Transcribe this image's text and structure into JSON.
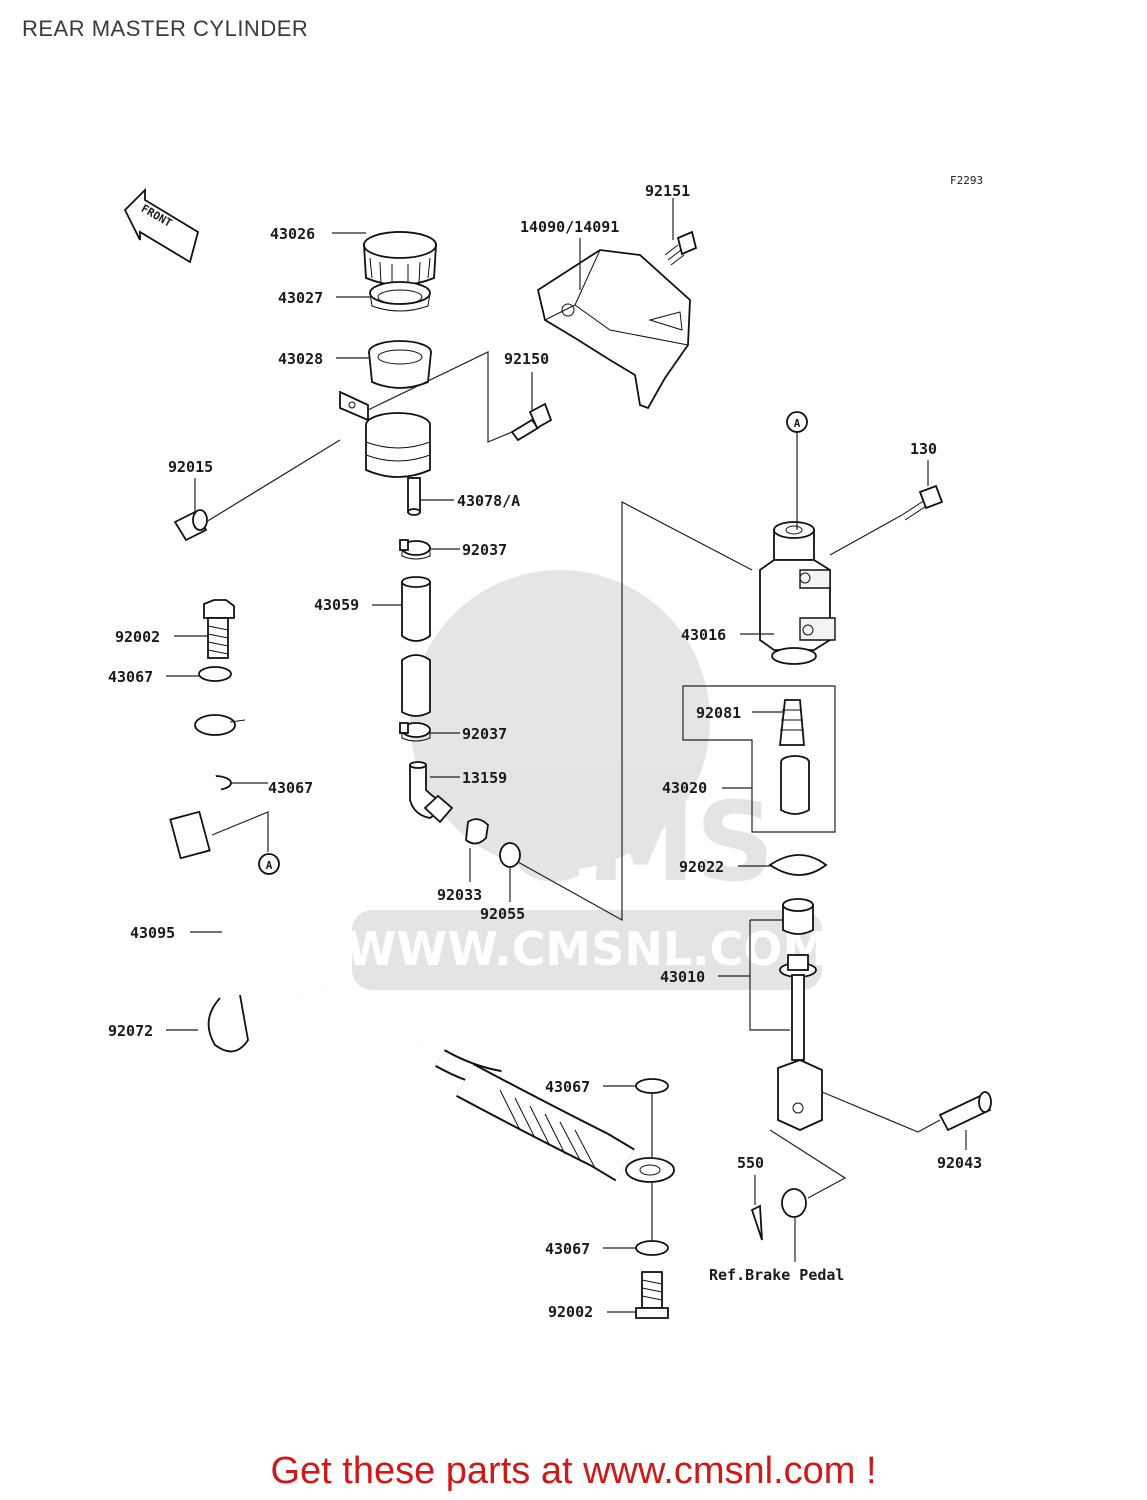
{
  "title": "REAR MASTER CYLINDER",
  "figure_code": "F2293",
  "front_arrow_label": "FRONT",
  "watermark": {
    "logo_text": "CMS",
    "url_text": "WWW.CMSNL.COM"
  },
  "ref_note": "Ref.Brake Pedal",
  "callout_marker": "A",
  "part_labels": {
    "p43026": "43026",
    "p43027": "43027",
    "p43028": "43028",
    "p92015": "92015",
    "p43078": "43078/A",
    "p14090": "14090/14091",
    "p92151": "92151",
    "p92150": "92150",
    "p130": "130",
    "p92037a": "92037",
    "p43059": "43059",
    "p92037b": "92037",
    "p13159": "13159",
    "p92033": "92033",
    "p92055": "92055",
    "p43016": "43016",
    "p92081": "92081",
    "p43020": "43020",
    "p92022": "92022",
    "p43010": "43010",
    "p92002a": "92002",
    "p43067a": "43067",
    "p43067b": "43067",
    "p43095": "43095",
    "p92072": "92072",
    "p43067c": "43067",
    "p43067d": "43067",
    "p92002b": "92002",
    "p550": "550",
    "p92043": "92043"
  },
  "footer_text": "Get these parts at www.cmsnl.com !",
  "colors": {
    "footer": "#d01818",
    "line": "#111111",
    "title": "#3a3a3a"
  }
}
